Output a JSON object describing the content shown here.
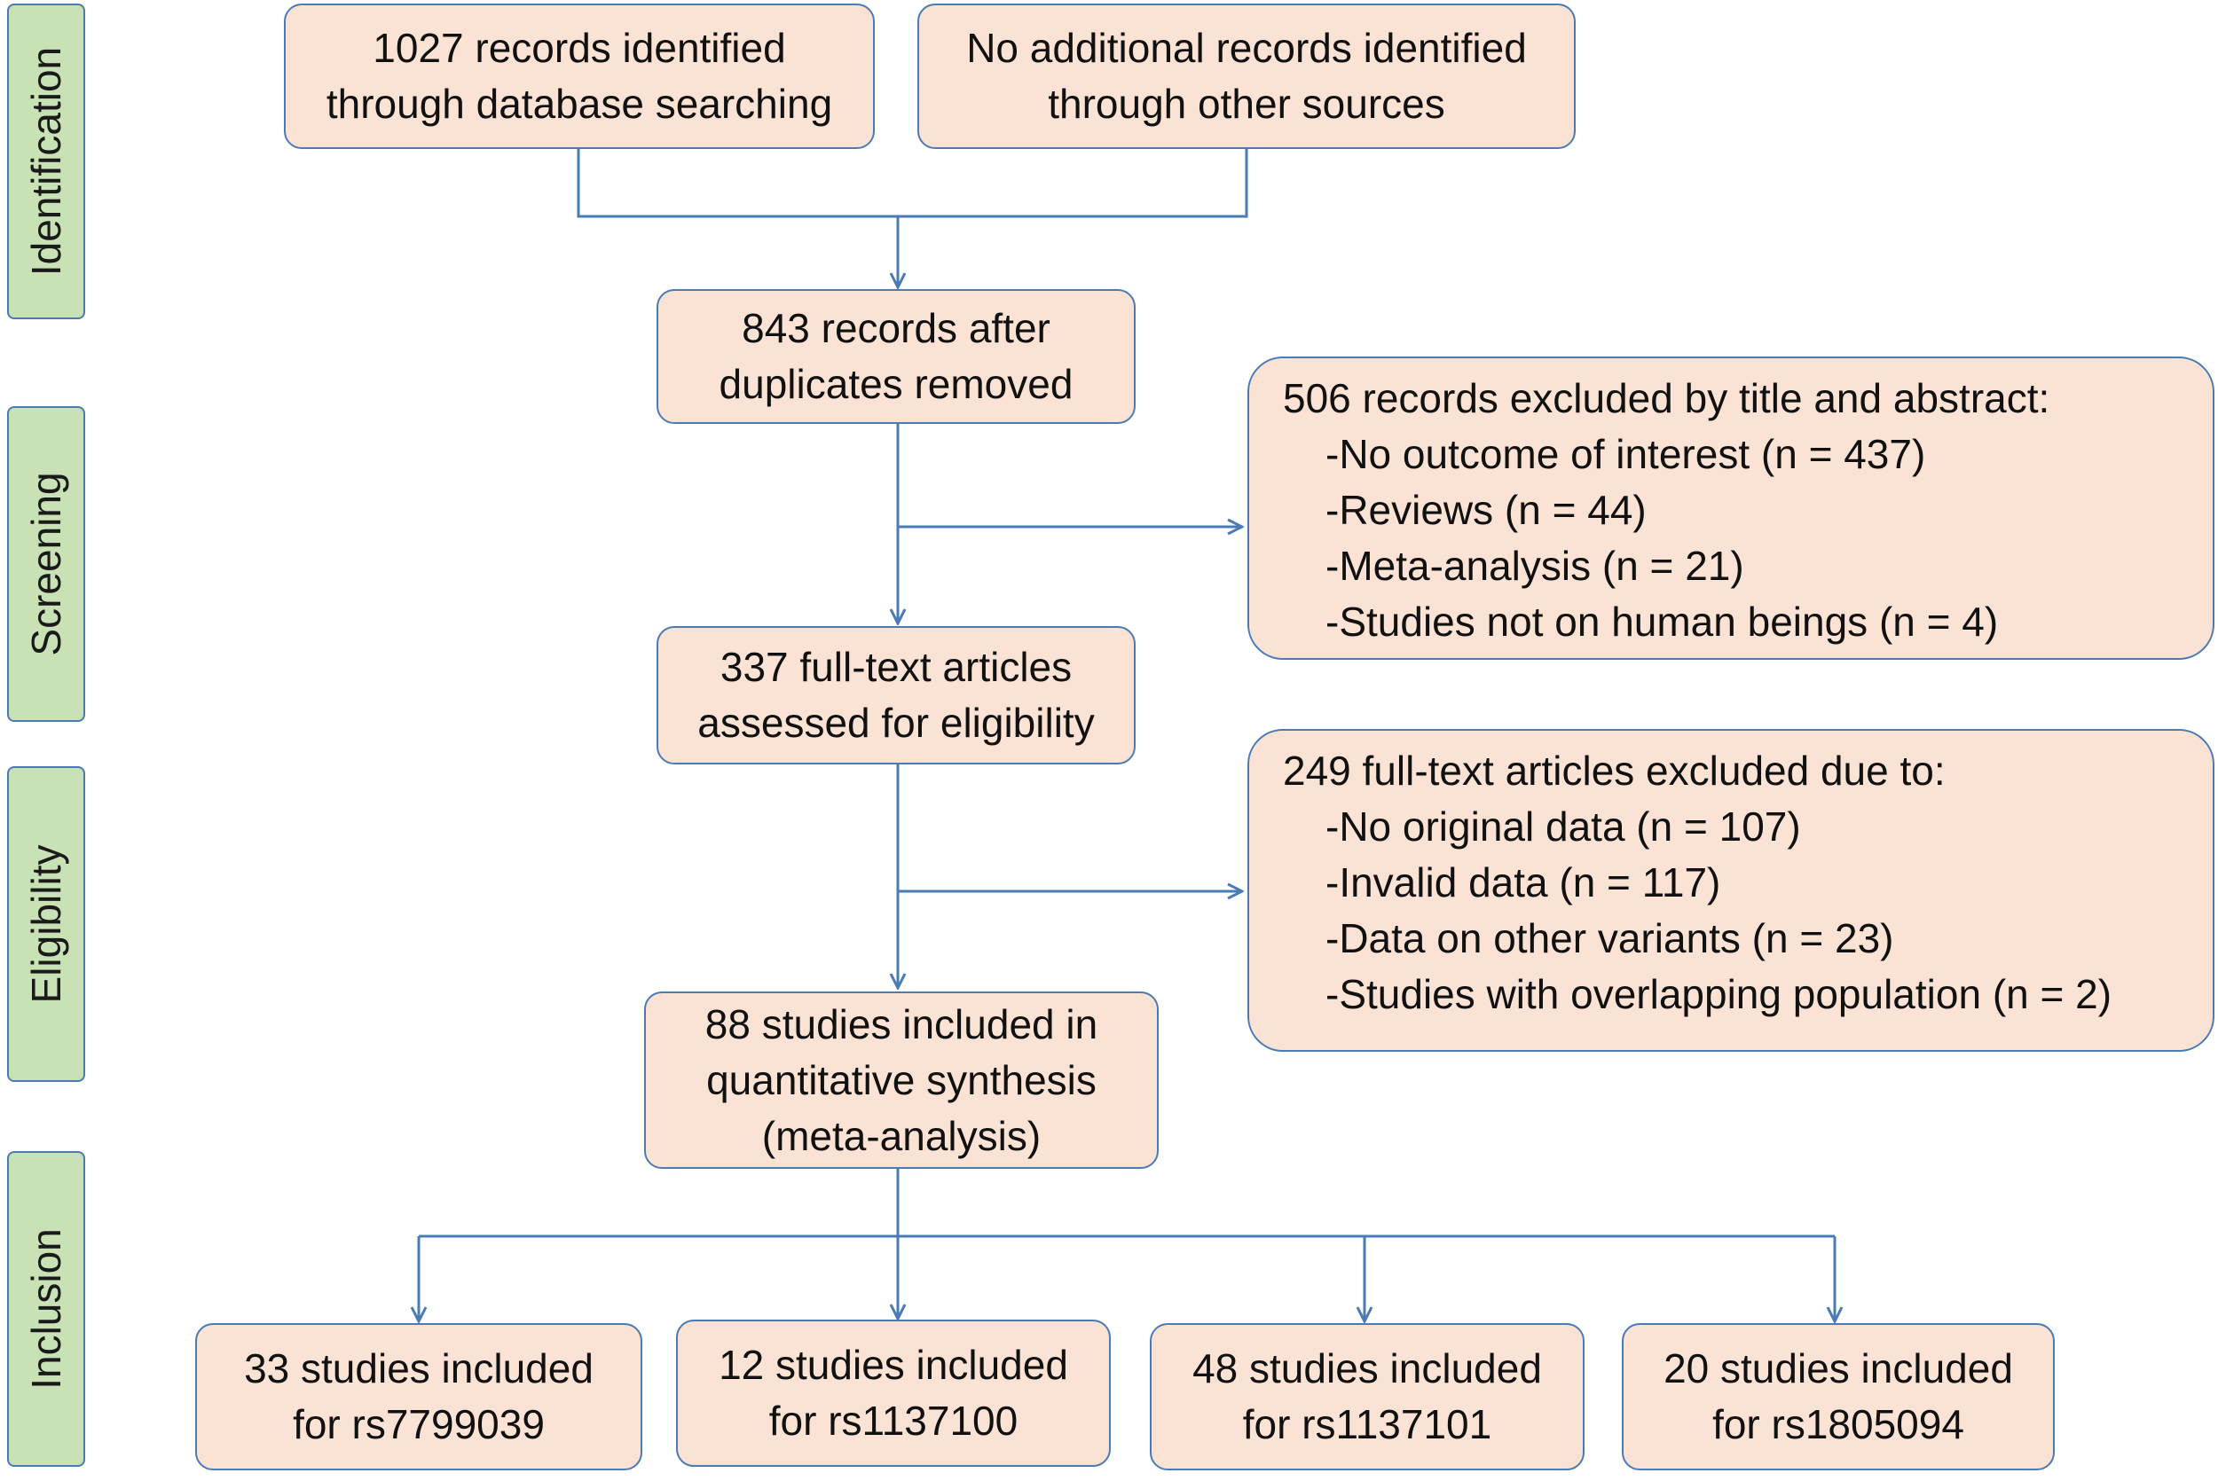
{
  "stages": {
    "identification": "Identification",
    "screening": "Screening",
    "eligibility": "Eligibility",
    "inclusion": "Inclusion"
  },
  "boxes": {
    "database": [
      "1027 records identified",
      "through database searching"
    ],
    "other_sources": [
      "No additional records identified",
      "through other sources"
    ],
    "after_duplicates": [
      "843 records after",
      "duplicates removed"
    ],
    "excluded_title": {
      "heading": "506 records excluded by title and abstract:",
      "items": [
        "-No outcome of interest (n = 437)",
        "-Reviews (n = 44)",
        "-Meta-analysis (n = 21)",
        "-Studies not on human beings (n = 4)"
      ]
    },
    "fulltext": [
      "337 full-text articles",
      "assessed for eligibility"
    ],
    "excluded_fulltext": {
      "heading": "249 full-text articles excluded due to:",
      "items": [
        "-No original data (n = 107)",
        "-Invalid data (n = 117)",
        "-Data on other variants (n = 23)",
        "-Studies with overlapping population (n = 2)"
      ]
    },
    "quantitative": [
      "88 studies included in",
      "quantitative synthesis",
      "(meta-analysis)"
    ],
    "rs7799039": [
      "33 studies included",
      "for rs7799039"
    ],
    "rs1137100": [
      "12 studies included",
      "for rs1137100"
    ],
    "rs1137101": [
      "48 studies included",
      "for rs1137101"
    ],
    "rs1805094": [
      "20 studies included",
      "for rs1805094"
    ]
  },
  "colors": {
    "box_fill": "#fae3d4",
    "stage_fill": "#c9e2b5",
    "line": "#4a7bb5"
  }
}
